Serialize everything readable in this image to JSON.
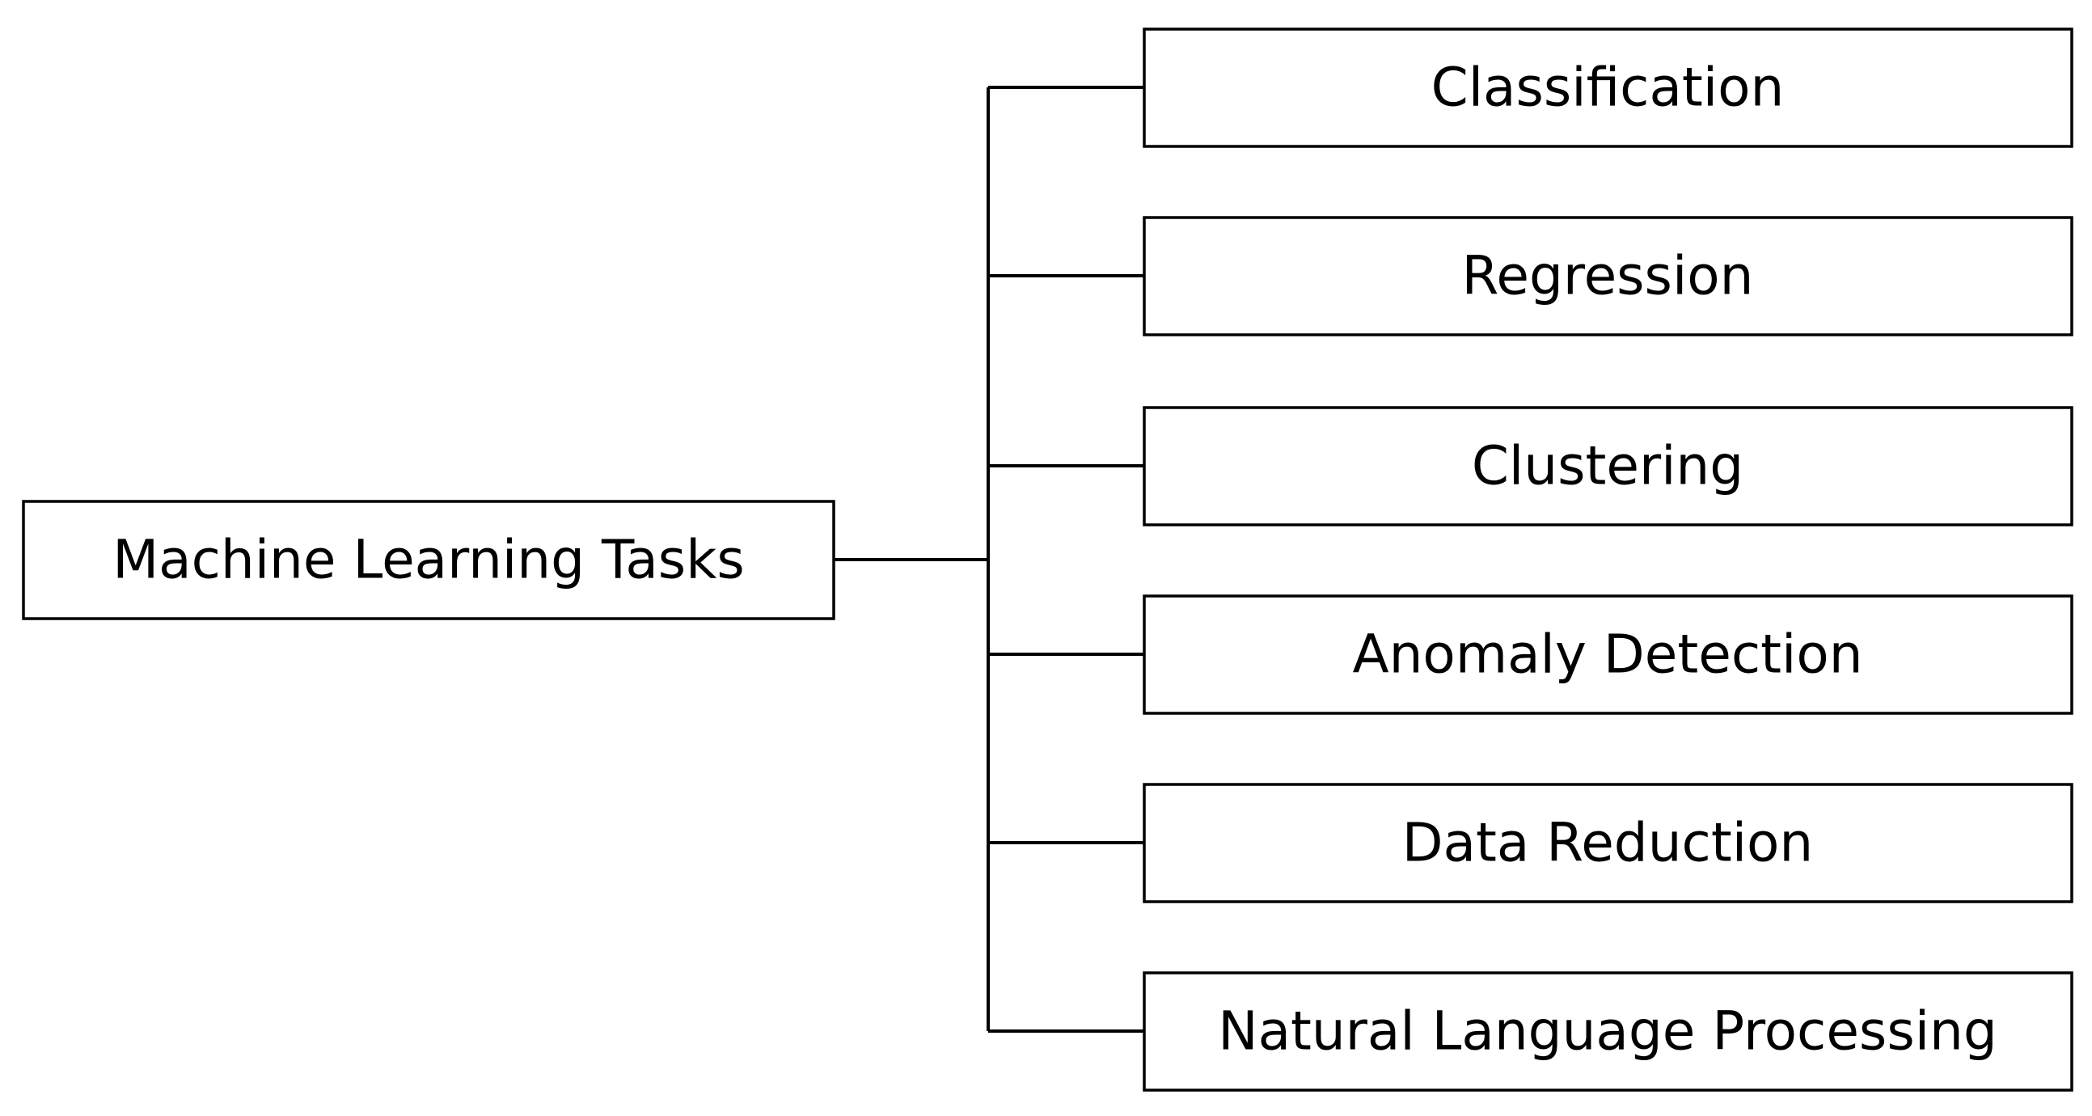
{
  "root": {
    "label": "Machine Learning Tasks"
  },
  "children": [
    {
      "label": "Classification"
    },
    {
      "label": "Regression"
    },
    {
      "label": "Clustering"
    },
    {
      "label": "Anomaly Detection"
    },
    {
      "label": "Data Reduction"
    },
    {
      "label": "Natural Language Processing"
    }
  ],
  "colors": {
    "stroke": "#000000",
    "fill": "#ffffff",
    "text": "#000000"
  }
}
